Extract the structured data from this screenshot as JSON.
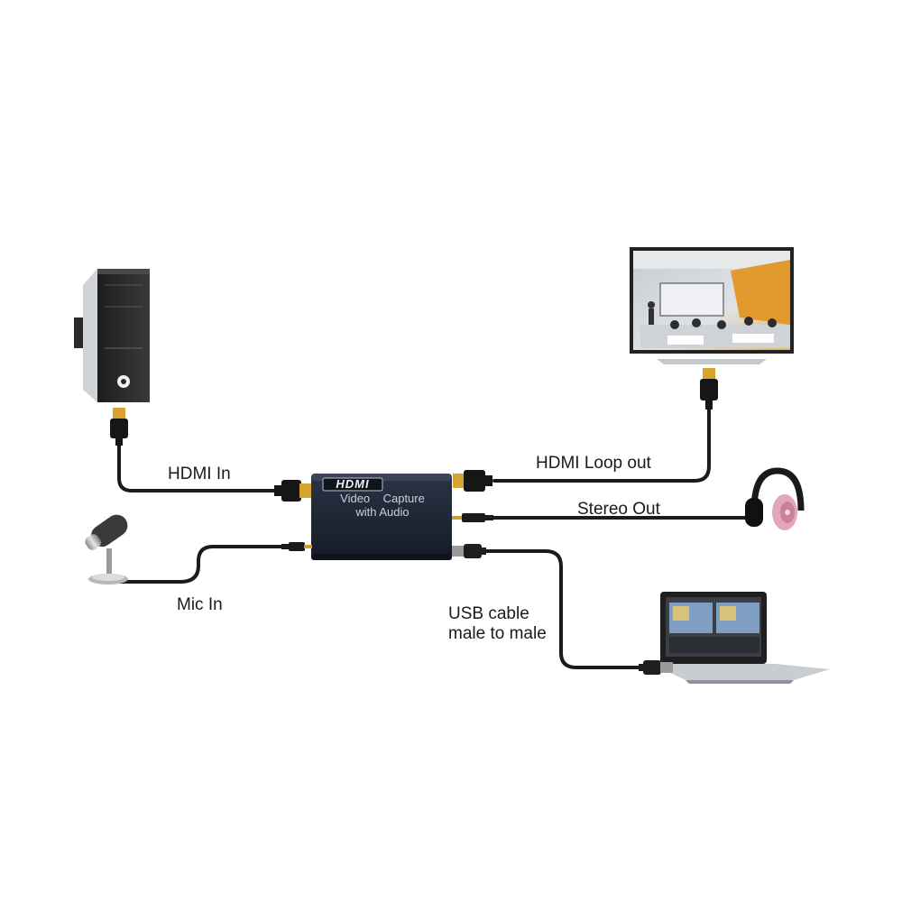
{
  "device": {
    "logo": "HDMI",
    "line1": "Video    Capture",
    "line2": "with Audio"
  },
  "labels": {
    "hdmi_in": "HDMI In",
    "hdmi_loop_out": "HDMI Loop out",
    "stereo_out": "Stereo Out",
    "mic_in": "Mic In",
    "usb_line1": "USB cable",
    "usb_line2": "male to male"
  },
  "icons": [
    "pc-tower-icon",
    "tv-monitor-icon",
    "headphones-icon",
    "microphone-icon",
    "laptop-icon"
  ]
}
